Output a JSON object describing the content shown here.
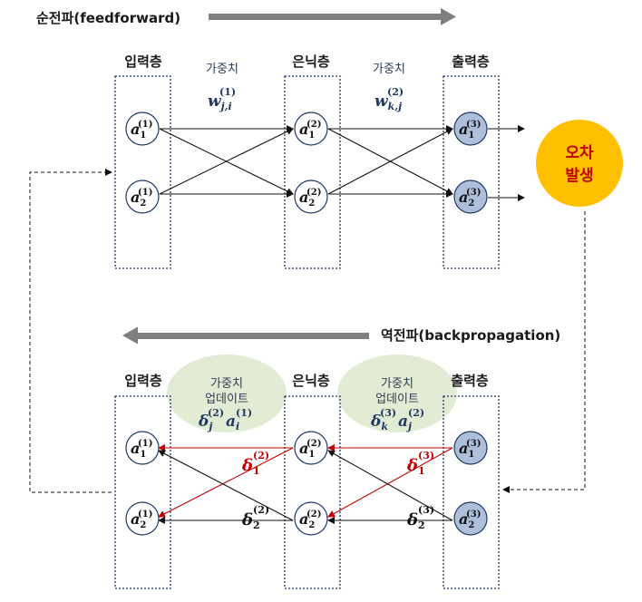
{
  "top": {
    "title": "순전파(feedforward)",
    "input_layer": "입력층",
    "hidden_layer": "은닉층",
    "output_layer": "출력층",
    "weight_label_1": "가중치",
    "weight_label_2": "가중치",
    "w1": {
      "base": "w",
      "sup": "(1)",
      "sub": "j,i"
    },
    "w2": {
      "base": "w",
      "sup": "(2)",
      "sub": "k,j"
    }
  },
  "error": {
    "line1": "오차",
    "line2": "발생"
  },
  "bottom": {
    "title": "역전파(backpropagation)",
    "input_layer": "입력층",
    "hidden_layer": "은닉층",
    "output_layer": "출력층",
    "update1": {
      "line1": "가중치",
      "line2": "업데이트"
    },
    "update2": {
      "line1": "가중치",
      "line2": "업데이트"
    },
    "f1": {
      "d": "δ",
      "dsub": "j",
      "dsup": "(2)",
      "a": "a",
      "asub": "i",
      "asup": "(1)"
    },
    "f2": {
      "d": "δ",
      "dsub": "k",
      "dsup": "(3)",
      "a": "a",
      "asub": "j",
      "asup": "(2)"
    },
    "delta_h1": {
      "base": "δ",
      "sub": "1",
      "sup": "(2)"
    },
    "delta_h2": {
      "base": "δ",
      "sub": "2",
      "sup": "(2)"
    },
    "delta_o1": {
      "base": "δ",
      "sub": "1",
      "sup": "(3)"
    },
    "delta_o2": {
      "base": "δ",
      "sub": "2",
      "sup": "(3)"
    }
  },
  "nodes": {
    "in1": {
      "base": "a",
      "sub": "1",
      "sup": "(1)"
    },
    "in2": {
      "base": "a",
      "sub": "2",
      "sup": "(1)"
    },
    "hid1": {
      "base": "a",
      "sub": "1",
      "sup": "(2)"
    },
    "hid2": {
      "base": "a",
      "sub": "2",
      "sup": "(2)"
    },
    "out1": {
      "base": "a",
      "sub": "1",
      "sup": "(3)"
    },
    "out2": {
      "base": "a",
      "sub": "2",
      "sup": "(3)"
    }
  },
  "colors": {
    "arrow_band": "#7f7f7f",
    "output_node": "#aebfdc",
    "error_circle": "#ffc000",
    "error_text": "#c00000",
    "update_bubble": "#e2ebd3",
    "delta_red": "#c00000",
    "box_border": "#1f3864"
  }
}
